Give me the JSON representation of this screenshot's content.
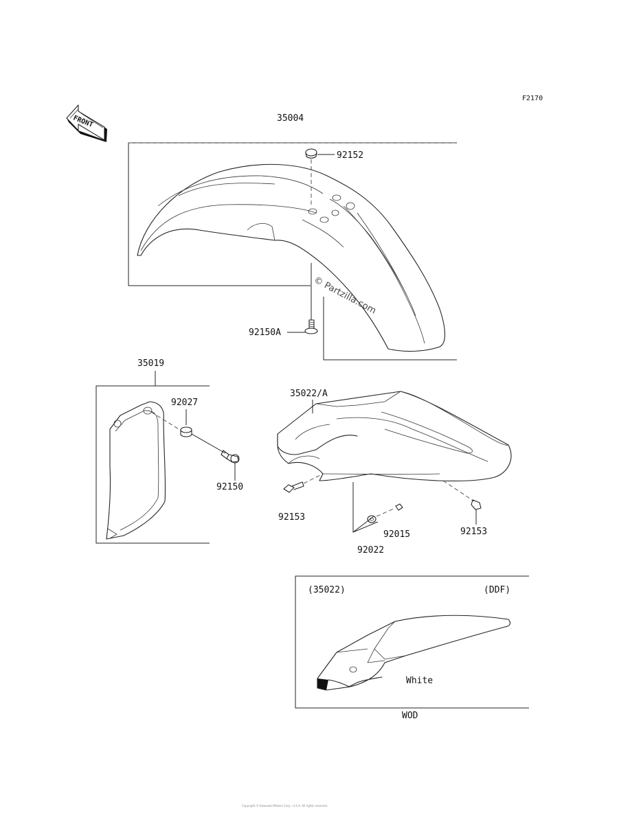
{
  "diagram_code": "F2170",
  "front_badge": "FRONT",
  "watermark": "© Partzilla.com",
  "labels": {
    "front_fender": "35004",
    "grommet_top": "92152",
    "bolt_washer_front": "92150A",
    "side_cover_left": "35019",
    "spacer_left": "92027",
    "bolt_left": "92150",
    "rear_fender": "35022/A",
    "bolt_rear_left": "92153",
    "nut_rear": "92015",
    "collar_rear": "92022",
    "bolt_rear_right": "92153"
  },
  "inset": {
    "part_ref": "(35022)",
    "variant_code": "(DDF)",
    "color_name": "White",
    "footer_code": "WOD"
  },
  "footer_text": "Copyright © Kawasaki Motors Corp., U.S.A. All rights reserved."
}
